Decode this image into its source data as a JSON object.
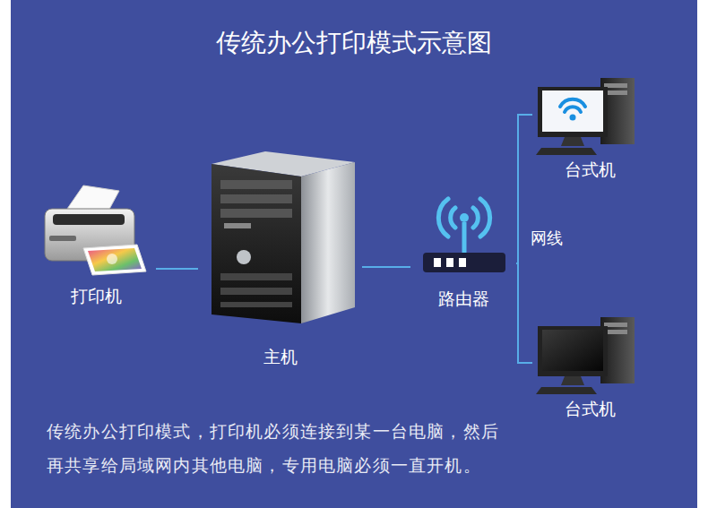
{
  "diagram": {
    "title": "传统办公打印模式示意图",
    "caption": "传统办公打印模式，打印机必须连接到某一台电脑，然后 再共享给局域网内其他电脑，专用电脑必须一直开机。",
    "nodes": [
      {
        "text": [
          "打印机"
        ]
      },
      {
        "text": [
          "主机"
        ]
      },
      {
        "text": [
          "路由器"
        ]
      },
      {
        "text": [
          "台式机"
        ]
      },
      {
        "text": [
          "台式机"
        ]
      }
    ],
    "edges": [
      {
        "from": 0,
        "to": 1,
        "arrow": "none"
      },
      {
        "from": 1,
        "to": 2,
        "arrow": "none"
      },
      {
        "from": 2,
        "to": 3,
        "arrow": "none"
      },
      {
        "from": 2,
        "to": 4,
        "arrow": "none"
      }
    ],
    "labels": [
      "网线"
    ]
  }
}
